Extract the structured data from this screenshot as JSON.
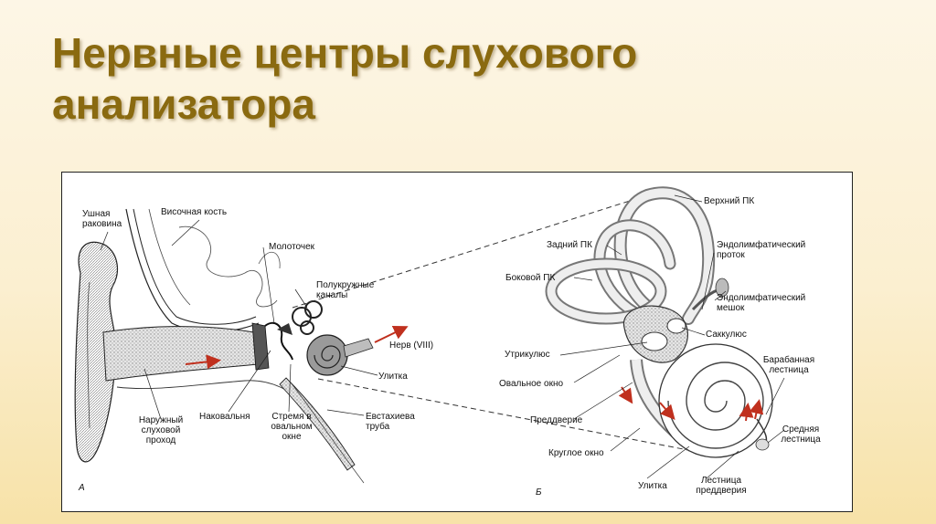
{
  "slide": {
    "title_line1": "Нервные центры слухового",
    "title_line2": "анализатора"
  },
  "figure": {
    "panel_a": "А",
    "panel_b": "Б",
    "left_labels": {
      "auricle_1": "Ушная",
      "auricle_2": "раковина",
      "temporal_bone": "Височная кость",
      "malleus": "Молоточек",
      "semicircular_1": "Полукружные",
      "semicircular_2": "каналы",
      "nerve": "Нерв (VIII)",
      "cochlea": "Улитка",
      "ext_canal_1": "Наружный",
      "ext_canal_2": "слуховой",
      "ext_canal_3": "проход",
      "incus": "Наковальня",
      "stapes_1": "Стремя в",
      "stapes_2": "овальном",
      "stapes_3": "окне",
      "eustachian_1": "Евстахиева",
      "eustachian_2": "труба"
    },
    "right_labels": {
      "superior_canal": "Верхний ПК",
      "posterior_canal": "Задний ПК",
      "endolymph_duct_1": "Эндолимфатический",
      "endolymph_duct_2": "проток",
      "lateral_canal": "Боковой ПК",
      "endolymph_sac_1": "Эндолимфатический",
      "endolymph_sac_2": "мешок",
      "saccule": "Саккулюс",
      "utricle": "Утрикулюс",
      "oval_window": "Овальное окно",
      "tympani_1": "Барабанная",
      "tympani_2": "лестница",
      "vestibule": "Преддверие",
      "round_window": "Круглое окно",
      "media_1": "Средняя",
      "media_2": "лестница",
      "cochlea": "Улитка",
      "vestibuli_1": "Лестница",
      "vestibuli_2": "преддверия"
    }
  },
  "colors": {
    "title": "#8a6a10",
    "arrow": "#c0301e",
    "bone_fill": "#d9d9d9"
  }
}
